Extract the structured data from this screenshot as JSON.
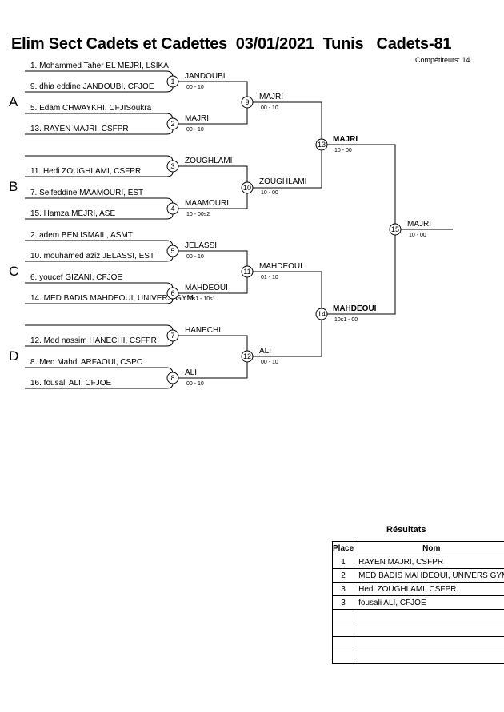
{
  "header": {
    "title": "Elim Sect Cadets et Cadettes  03/01/2021  Tunis   Cadets-81",
    "competitors": "Compétiteurs: 14"
  },
  "pools": [
    "A",
    "B",
    "C",
    "D"
  ],
  "entries": [
    "1. Mohammed Taher EL MEJRI, LSIKA",
    "9. dhia eddine JANDOUBI, CFJOE",
    "5. Edam CHWAYKHI, CFJISoukra",
    "13. RAYEN MAJRI, CSFPR",
    "",
    "11. Hedi ZOUGHLAMI, CSFPR",
    "7. Seifeddine MAAMOURI, EST",
    "15. Hamza MEJRI, ASE",
    "2. adem BEN ISMAIL, ASMT",
    "10. mouhamed aziz JELASSI, EST",
    "6. youcef GIZANI, CFJOE",
    "14. MED BADIS MAHDEOUI, UNIVERS GYM",
    "",
    "12. Med nassim HANECHI, CSFPR",
    "8. Med Mahdi ARFAOUI, CSPC",
    "16. fousali ALI, CFJOE"
  ],
  "matches": [
    {
      "num": "1",
      "winner": "JANDOUBI",
      "score": "00 - 10"
    },
    {
      "num": "2",
      "winner": "MAJRI",
      "score": "00 - 10"
    },
    {
      "num": "3",
      "winner": "ZOUGHLAMI",
      "score": ""
    },
    {
      "num": "4",
      "winner": "MAAMOURI",
      "score": "10 - 00s2"
    },
    {
      "num": "5",
      "winner": "JELASSI",
      "score": "00 - 10"
    },
    {
      "num": "6",
      "winner": "MAHDEOUI",
      "score": "10s1 - 10s1"
    },
    {
      "num": "7",
      "winner": "HANECHI",
      "score": ""
    },
    {
      "num": "8",
      "winner": "ALI",
      "score": "00 - 10"
    },
    {
      "num": "9",
      "winner": "MAJRI",
      "score": "00 - 10"
    },
    {
      "num": "10",
      "winner": "ZOUGHLAMI",
      "score": "10 - 00"
    },
    {
      "num": "11",
      "winner": "MAHDEOUI",
      "score": "01 - 10"
    },
    {
      "num": "12",
      "winner": "ALI",
      "score": "00 - 10"
    },
    {
      "num": "13",
      "winner": "MAJRI",
      "score": "10 - 00"
    },
    {
      "num": "14",
      "winner": "MAHDEOUI",
      "score": "10s1 - 00"
    },
    {
      "num": "15",
      "winner": "MAJRI",
      "score": "10 - 00"
    }
  ],
  "results": {
    "title": "Résultats",
    "col_place": "Place",
    "col_name": "Nom",
    "rows": [
      {
        "place": "1",
        "name": "RAYEN MAJRI, CSFPR"
      },
      {
        "place": "2",
        "name": "MED BADIS MAHDEOUI, UNIVERS GYM"
      },
      {
        "place": "3",
        "name": "Hedi ZOUGHLAMI, CSFPR"
      },
      {
        "place": "3",
        "name": "fousali ALI, CFJOE"
      },
      {
        "place": "",
        "name": ""
      },
      {
        "place": "",
        "name": ""
      },
      {
        "place": "",
        "name": ""
      },
      {
        "place": "",
        "name": ""
      }
    ]
  }
}
